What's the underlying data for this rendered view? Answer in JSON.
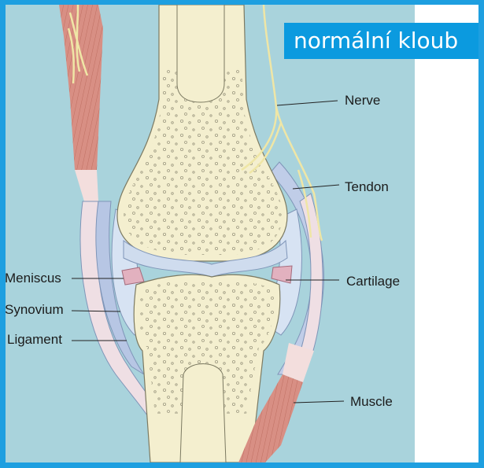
{
  "title": "normální kloub",
  "labels": {
    "nerve": "Nerve",
    "tendon": "Tendon",
    "cartilage": "Cartilage",
    "muscle": "Muscle",
    "meniscus": "Meniscus",
    "synovium": "Synovium",
    "ligament": "Ligament"
  },
  "colors": {
    "frame": "#1e9fe0",
    "title_box": "#0b9adf",
    "background": "#a9d3dc",
    "bone": "#f4efcf",
    "muscle": "#d88f84",
    "cartilage": "#e2b1bf",
    "capsule": "#c0cde8",
    "nerve": "#efe6a6"
  }
}
